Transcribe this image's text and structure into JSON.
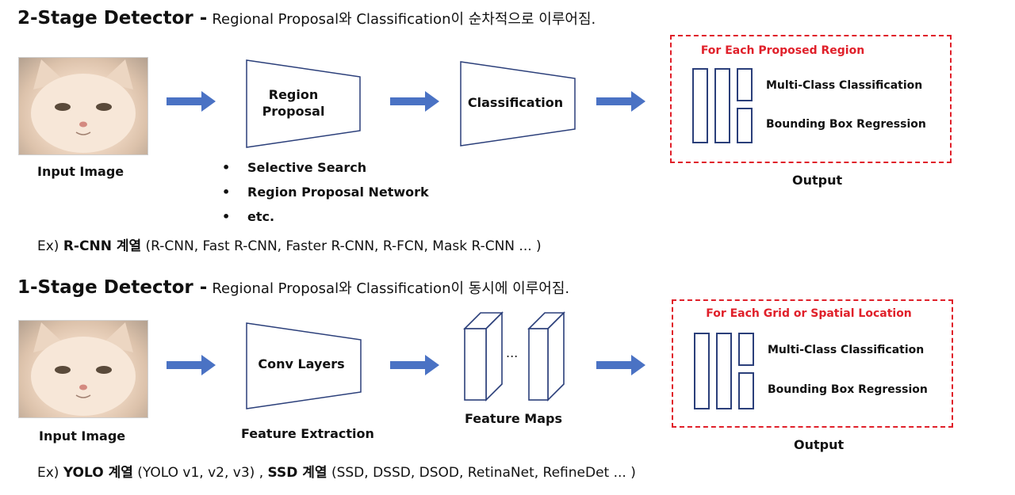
{
  "two_stage": {
    "title": "2-Stage Detector",
    "dash": "-",
    "description": "Regional Proposal와 Classification이 순차적으로 이루어짐.",
    "input_caption": "Input Image",
    "proposal_line1": "Region",
    "proposal_line2": "Proposal",
    "classification": "Classification",
    "bullets": [
      "Selective Search",
      "Region Proposal Network",
      "etc."
    ],
    "bullet_symbol": "•",
    "output_title": "For Each Proposed Region",
    "output_label1": "Multi-Class Classification",
    "output_label2": "Bounding Box Regression",
    "output_caption": "Output",
    "example_prefix": "Ex)",
    "example_bold": "R-CNN 계열",
    "example_rest": "(R-CNN, Fast R-CNN, Faster R-CNN, R-FCN, Mask R-CNN ... )"
  },
  "one_stage": {
    "title": "1-Stage Detector",
    "dash": "-",
    "description": "Regional Proposal와 Classification이 동시에 이루어짐.",
    "input_caption": "Input Image",
    "conv_label": "Conv Layers",
    "feature_extraction": "Feature Extraction",
    "ellipsis": "...",
    "feature_maps": "Feature Maps",
    "output_title": "For Each Grid or Spatial Location",
    "output_label1": "Multi-Class Classification",
    "output_label2": "Bounding Box Regression",
    "output_caption": "Output",
    "example_prefix": "Ex)",
    "example_bold1": "YOLO 계열",
    "example_mid": "(YOLO v1, v2, v3) ,",
    "example_bold2": "SSD 계열",
    "example_rest": "(SSD, DSSD, DSOD, RetinaNet, RefineDet ... )"
  },
  "colors": {
    "arrow": "#4a72c4",
    "box_stroke": "#2b3f7a",
    "output_red": "#e0202a"
  },
  "icons": {
    "arrow": "right-arrow-icon",
    "input": "cat-image"
  }
}
